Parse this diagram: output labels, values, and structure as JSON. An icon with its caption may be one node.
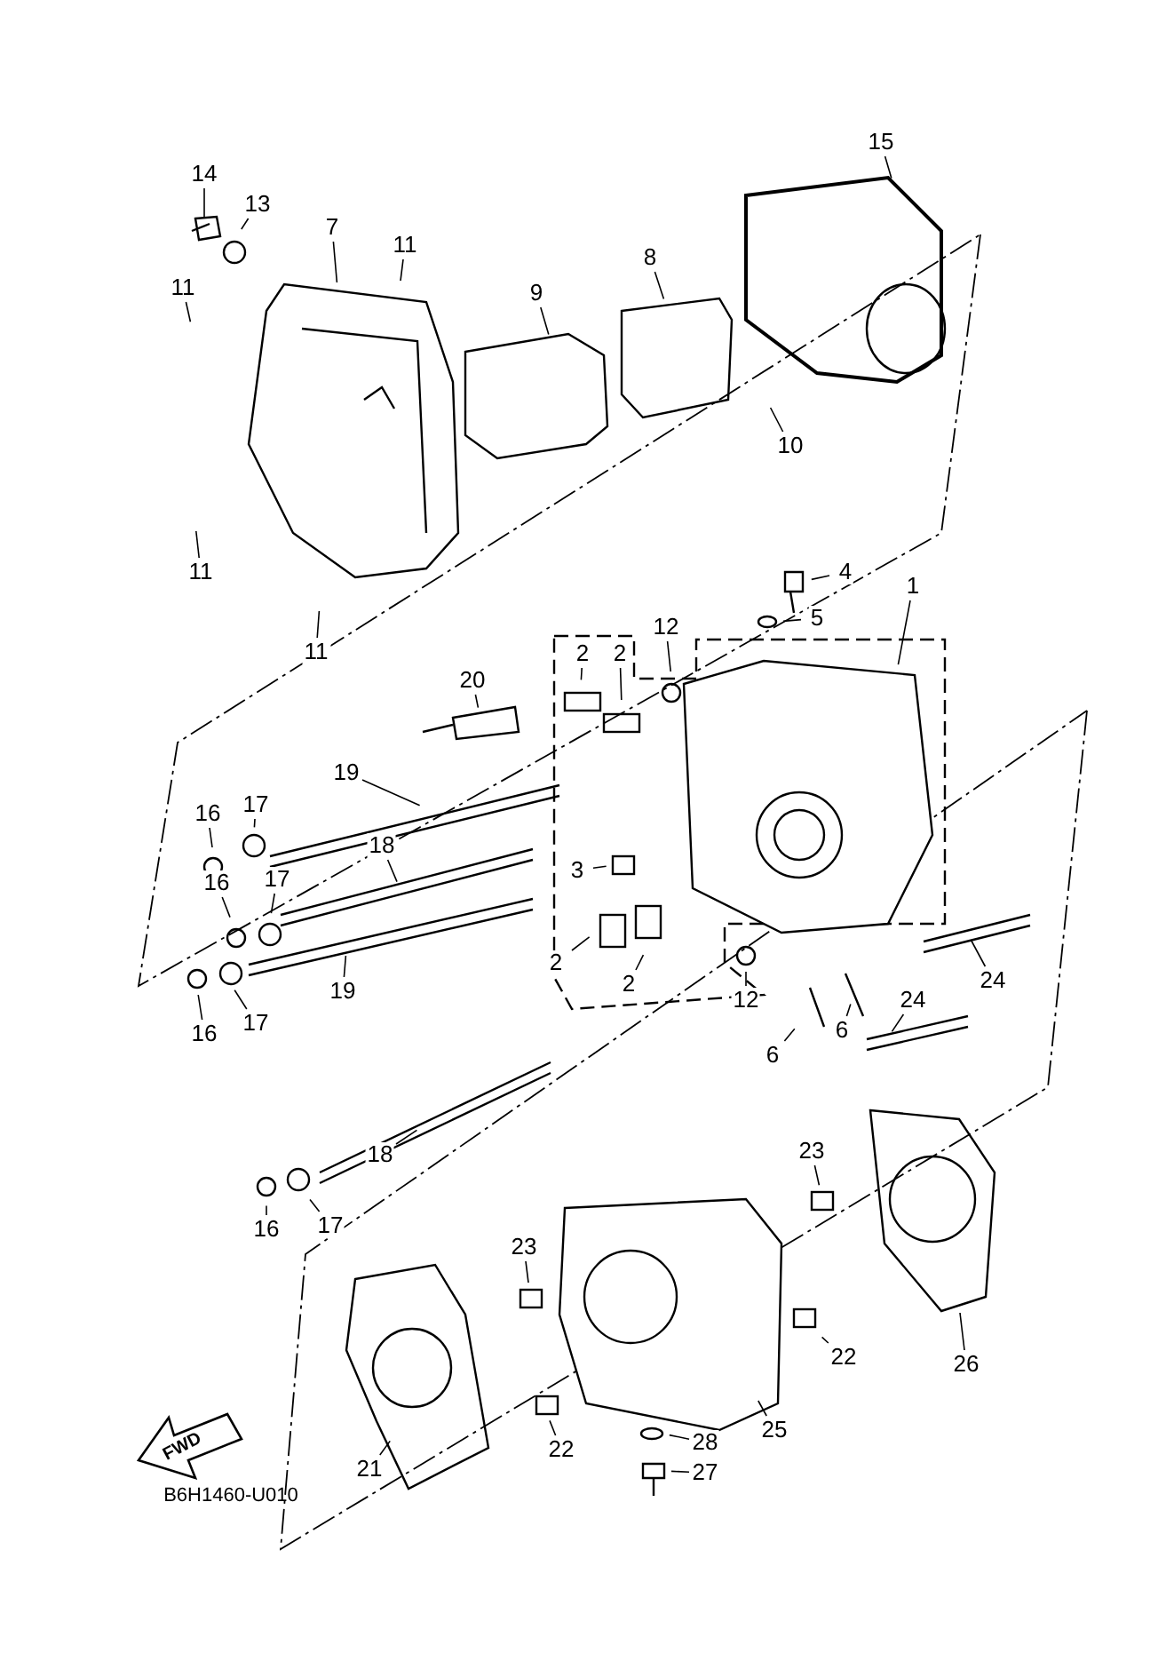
{
  "diagram": {
    "nodes": [
      {
        "text": [
          "14"
        ]
      },
      {
        "text": [
          "15"
        ]
      },
      {
        "text": [
          "13"
        ]
      },
      {
        "text": [
          "7"
        ]
      },
      {
        "text": [
          "11"
        ]
      },
      {
        "text": [
          "8"
        ]
      },
      {
        "text": [
          "11"
        ]
      },
      {
        "text": [
          "9"
        ]
      },
      {
        "text": [
          "10"
        ]
      },
      {
        "text": [
          "11"
        ]
      },
      {
        "text": [
          "4"
        ]
      },
      {
        "text": [
          "1"
        ]
      },
      {
        "text": [
          "11"
        ]
      },
      {
        "text": [
          "12"
        ]
      },
      {
        "text": [
          "5"
        ]
      },
      {
        "text": [
          "2"
        ]
      },
      {
        "text": [
          "2"
        ]
      },
      {
        "text": [
          "20"
        ]
      },
      {
        "text": [
          "19"
        ]
      },
      {
        "text": [
          "16"
        ]
      },
      {
        "text": [
          "17"
        ]
      },
      {
        "text": [
          "18"
        ]
      },
      {
        "text": [
          "3"
        ]
      },
      {
        "text": [
          "16"
        ]
      },
      {
        "text": [
          "17"
        ]
      },
      {
        "text": [
          "2"
        ]
      },
      {
        "text": [
          "2"
        ]
      },
      {
        "text": [
          "19"
        ]
      },
      {
        "text": [
          "24"
        ]
      },
      {
        "text": [
          "12"
        ]
      },
      {
        "text": [
          "16"
        ]
      },
      {
        "text": [
          "17"
        ]
      },
      {
        "text": [
          "24"
        ]
      },
      {
        "text": [
          "6"
        ]
      },
      {
        "text": [
          "6"
        ]
      },
      {
        "text": [
          "18"
        ]
      },
      {
        "text": [
          "23"
        ]
      },
      {
        "text": [
          "16"
        ]
      },
      {
        "text": [
          "17"
        ]
      },
      {
        "text": [
          "23"
        ]
      },
      {
        "text": [
          "22"
        ]
      },
      {
        "text": [
          "26"
        ]
      },
      {
        "text": [
          "25"
        ]
      },
      {
        "text": [
          "21"
        ]
      },
      {
        "text": [
          "28"
        ]
      },
      {
        "text": [
          "22"
        ]
      },
      {
        "text": [
          "27"
        ]
      }
    ],
    "edges": [
      {
        "from": 0,
        "to": null,
        "arrow": "none"
      },
      {
        "from": 1,
        "to": null,
        "arrow": "none"
      },
      {
        "from": 2,
        "to": null,
        "arrow": "none"
      },
      {
        "from": 3,
        "to": null,
        "arrow": "none"
      },
      {
        "from": 4,
        "to": null,
        "arrow": "none"
      },
      {
        "from": 5,
        "to": null,
        "arrow": "none"
      },
      {
        "from": 6,
        "to": null,
        "arrow": "none"
      },
      {
        "from": 7,
        "to": null,
        "arrow": "none"
      },
      {
        "from": 8,
        "to": null,
        "arrow": "none"
      },
      {
        "from": 9,
        "to": null,
        "arrow": "none"
      },
      {
        "from": 10,
        "to": null,
        "arrow": "none"
      },
      {
        "from": 11,
        "to": null,
        "arrow": "none"
      },
      {
        "from": 12,
        "to": null,
        "arrow": "none"
      },
      {
        "from": 13,
        "to": null,
        "arrow": "none"
      },
      {
        "from": 14,
        "to": null,
        "arrow": "none"
      },
      {
        "from": 15,
        "to": null,
        "arrow": "none"
      },
      {
        "from": 16,
        "to": null,
        "arrow": "none"
      },
      {
        "from": 17,
        "to": null,
        "arrow": "none"
      },
      {
        "from": 18,
        "to": null,
        "arrow": "none"
      },
      {
        "from": 19,
        "to": null,
        "arrow": "none"
      },
      {
        "from": 20,
        "to": null,
        "arrow": "none"
      },
      {
        "from": 21,
        "to": null,
        "arrow": "none"
      },
      {
        "from": 22,
        "to": null,
        "arrow": "none"
      },
      {
        "from": 23,
        "to": null,
        "arrow": "none"
      },
      {
        "from": 24,
        "to": null,
        "arrow": "none"
      },
      {
        "from": 25,
        "to": null,
        "arrow": "none"
      },
      {
        "from": 26,
        "to": null,
        "arrow": "none"
      },
      {
        "from": 27,
        "to": null,
        "arrow": "none"
      },
      {
        "from": 28,
        "to": null,
        "arrow": "none"
      },
      {
        "from": 29,
        "to": null,
        "arrow": "none"
      },
      {
        "from": 30,
        "to": null,
        "arrow": "none"
      },
      {
        "from": 31,
        "to": null,
        "arrow": "none"
      },
      {
        "from": 32,
        "to": null,
        "arrow": "none"
      },
      {
        "from": 33,
        "to": null,
        "arrow": "none"
      },
      {
        "from": 34,
        "to": null,
        "arrow": "none"
      },
      {
        "from": 35,
        "to": null,
        "arrow": "none"
      },
      {
        "from": 36,
        "to": null,
        "arrow": "none"
      },
      {
        "from": 37,
        "to": null,
        "arrow": "none"
      },
      {
        "from": 38,
        "to": null,
        "arrow": "none"
      },
      {
        "from": 39,
        "to": null,
        "arrow": "none"
      },
      {
        "from": 40,
        "to": null,
        "arrow": "none"
      },
      {
        "from": 41,
        "to": null,
        "arrow": "none"
      },
      {
        "from": 42,
        "to": null,
        "arrow": "none"
      },
      {
        "from": 43,
        "to": null,
        "arrow": "none"
      },
      {
        "from": 44,
        "to": null,
        "arrow": "none"
      },
      {
        "from": 45,
        "to": null,
        "arrow": "none"
      },
      {
        "from": 46,
        "to": null,
        "arrow": "none"
      }
    ],
    "labels": [
      "FWD",
      "B6H1460-U010"
    ]
  }
}
